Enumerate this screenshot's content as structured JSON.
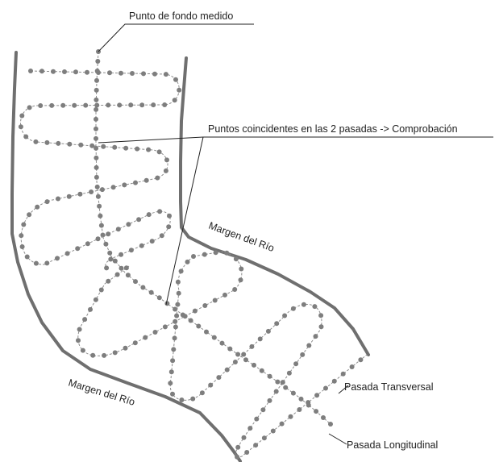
{
  "labels": {
    "punto_fondo": "Punto de fondo medido",
    "coincidentes": "Puntos coincidentes en las 2 pasadas -> Comprobación",
    "margen_right": "Margen del Río",
    "margen_left": "Margen del Río",
    "pasada_transversal": "Pasada Transversal",
    "pasada_longitudinal": "Pasada Longitudinal"
  },
  "colors": {
    "bank": "#6f6f6f",
    "track": "#8c8c8c",
    "dot": "#7e7e7e",
    "text": "#222222"
  }
}
